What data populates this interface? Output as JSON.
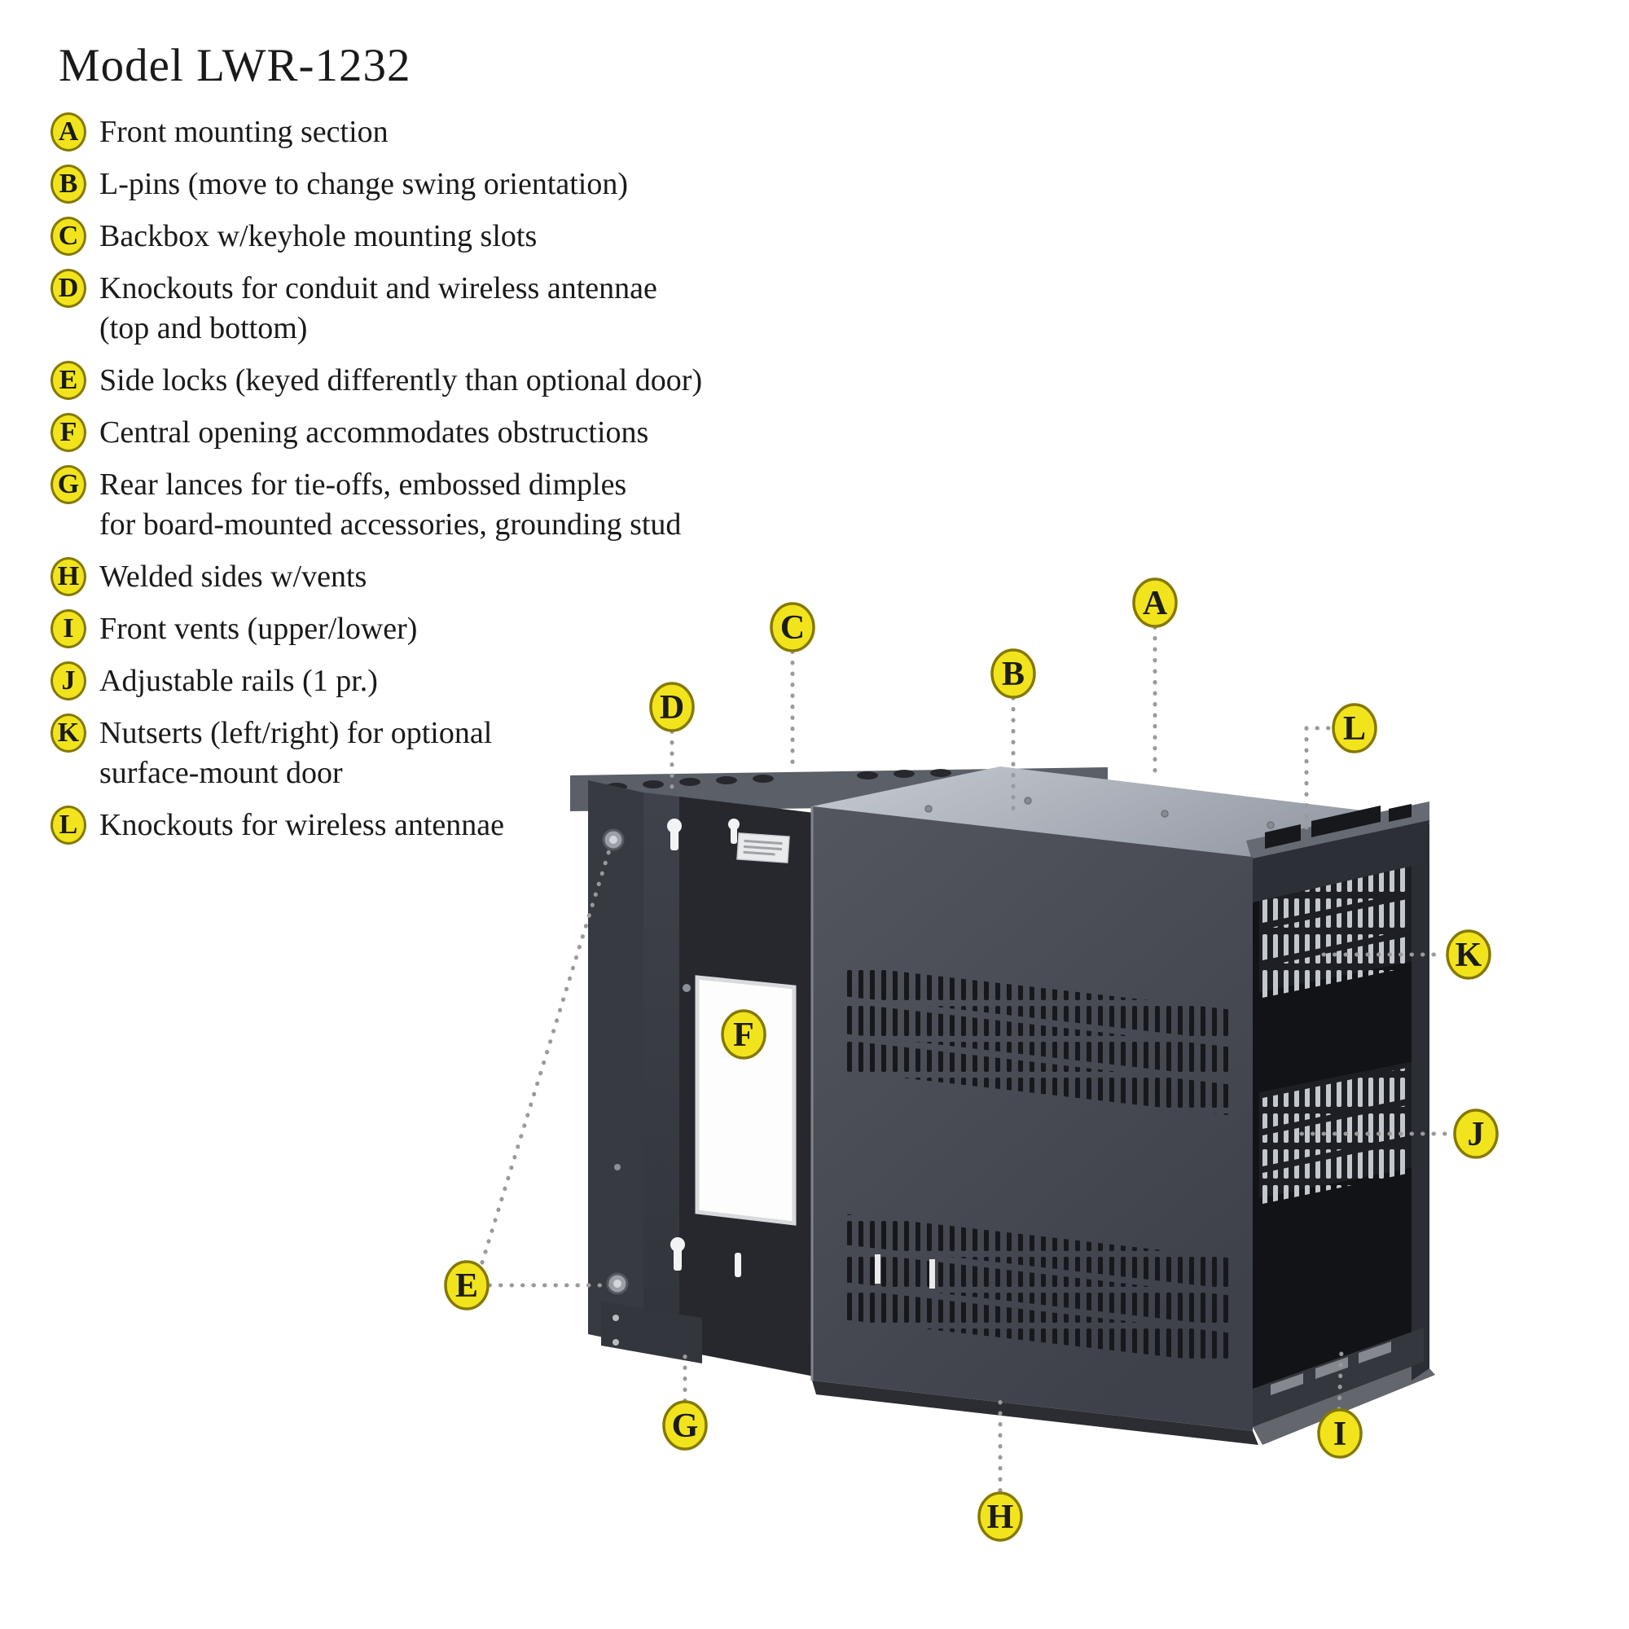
{
  "title": "Model LWR-1232",
  "legend": {
    "items": [
      {
        "letter": "A",
        "lines": [
          "Front mounting section"
        ]
      },
      {
        "letter": "B",
        "lines": [
          "L-pins (move to change swing orientation)"
        ]
      },
      {
        "letter": "C",
        "lines": [
          "Backbox w/keyhole mounting slots"
        ]
      },
      {
        "letter": "D",
        "lines": [
          "Knockouts for conduit and wireless antennae",
          "(top and bottom)"
        ]
      },
      {
        "letter": "E",
        "lines": [
          "Side locks (keyed differently than optional door)"
        ]
      },
      {
        "letter": "F",
        "lines": [
          "Central opening accommodates obstructions"
        ]
      },
      {
        "letter": "G",
        "lines": [
          "Rear lances for tie-offs, embossed dimples",
          "for board-mounted accessories, grounding stud"
        ]
      },
      {
        "letter": "H",
        "lines": [
          "Welded sides w/vents"
        ]
      },
      {
        "letter": "I",
        "lines": [
          "Front vents (upper/lower)"
        ]
      },
      {
        "letter": "J",
        "lines": [
          "Adjustable rails (1 pr.)"
        ]
      },
      {
        "letter": "K",
        "lines": [
          "Nutserts (left/right) for optional",
          "surface-mount door"
        ]
      },
      {
        "letter": "L",
        "lines": [
          "Knockouts for wireless antennae"
        ]
      }
    ]
  },
  "callouts": [
    "A",
    "B",
    "C",
    "D",
    "E",
    "F",
    "G",
    "H",
    "I",
    "J",
    "K",
    "L"
  ],
  "colors": {
    "callout_fill": "#f2e41c",
    "callout_border": "#857900",
    "leader": "#9a9a9a",
    "text": "#1a1a1a",
    "background": "#ffffff",
    "metal_dark": "#44474f",
    "metal_light": "#b5bac2",
    "interior": "#121316"
  }
}
